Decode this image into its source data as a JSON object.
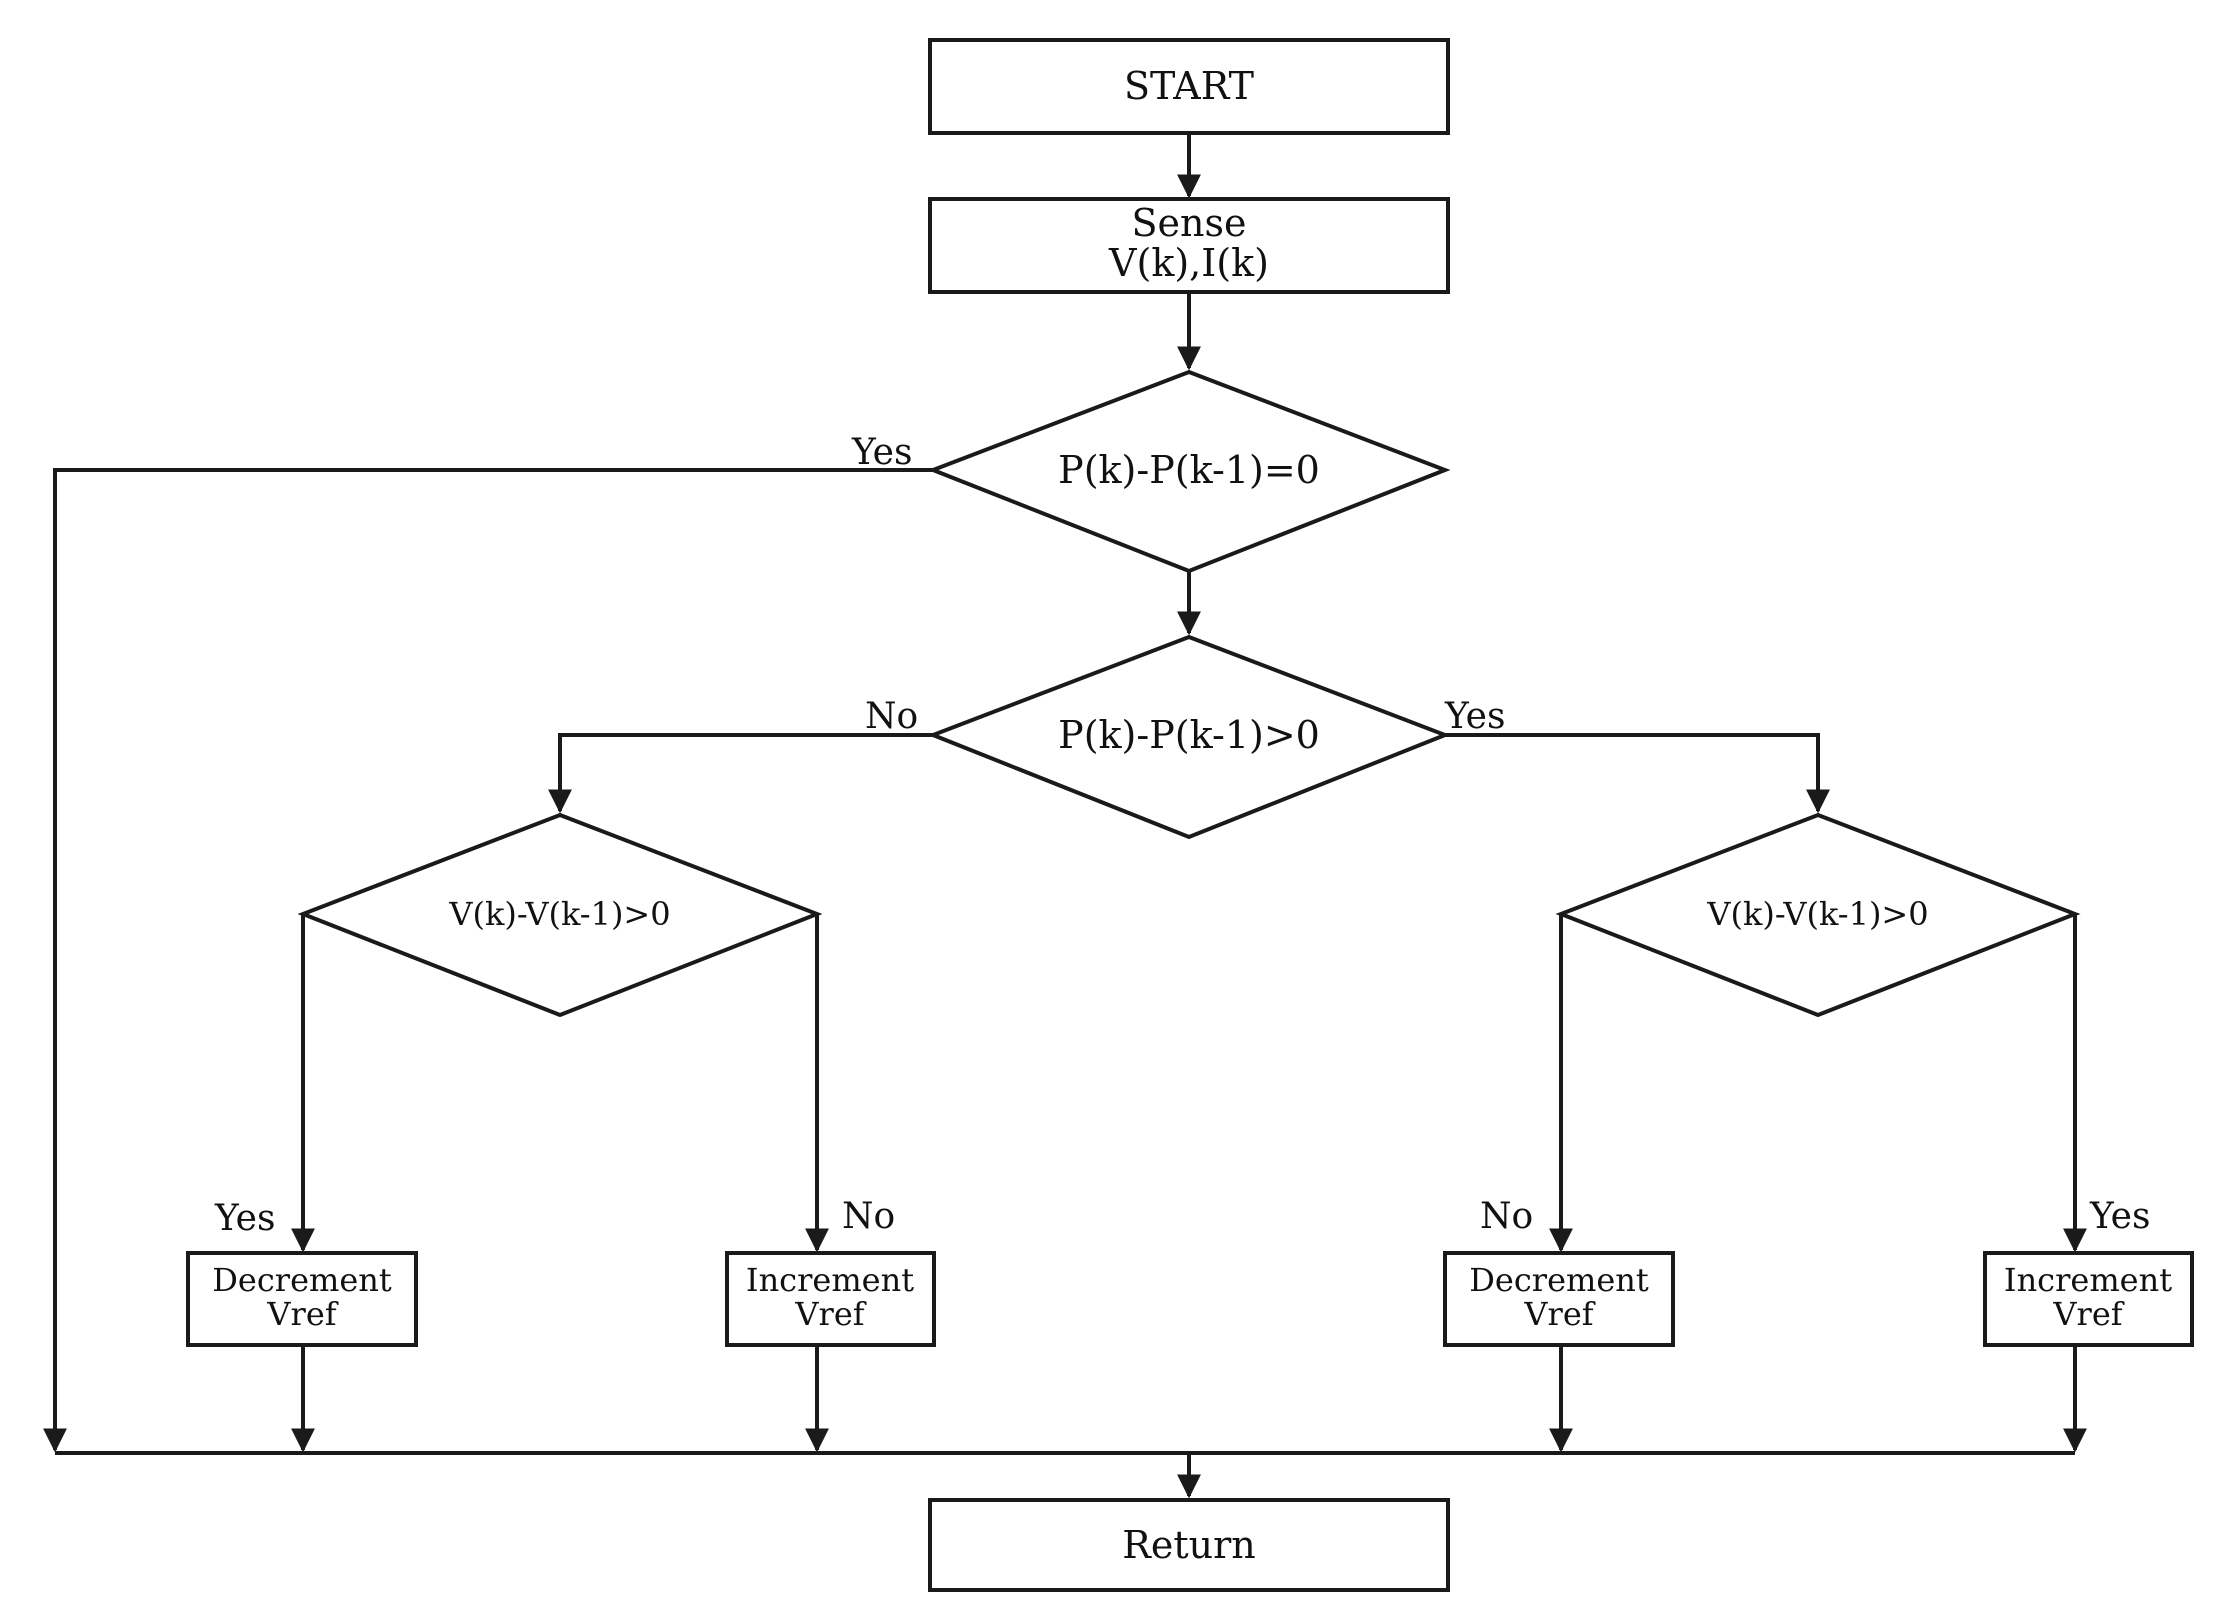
{
  "nodes": {
    "start": {
      "label": "START"
    },
    "sense": {
      "line1": "Sense",
      "line2": "V(k),I(k)"
    },
    "check_equal": {
      "label": "P(k)-P(k-1)=0"
    },
    "check_power": {
      "label": "P(k)-P(k-1)>0"
    },
    "check_voltage_left": {
      "label": "V(k)-V(k-1)>0"
    },
    "check_voltage_right": {
      "label": "V(k)-V(k-1)>0"
    },
    "decrement_left": {
      "line1": "Decrement",
      "line2": "Vref"
    },
    "increment_left": {
      "line1": "Increment",
      "line2": "Vref"
    },
    "decrement_right": {
      "line1": "Decrement",
      "line2": "Vref"
    },
    "increment_right": {
      "line1": "Increment",
      "line2": "Vref"
    },
    "return": {
      "label": "Return"
    }
  },
  "branches": {
    "equal_yes": "Yes",
    "power_no": "No",
    "power_yes": "Yes",
    "left_yes": "Yes",
    "left_no": "No",
    "right_no": "No",
    "right_yes": "Yes"
  }
}
